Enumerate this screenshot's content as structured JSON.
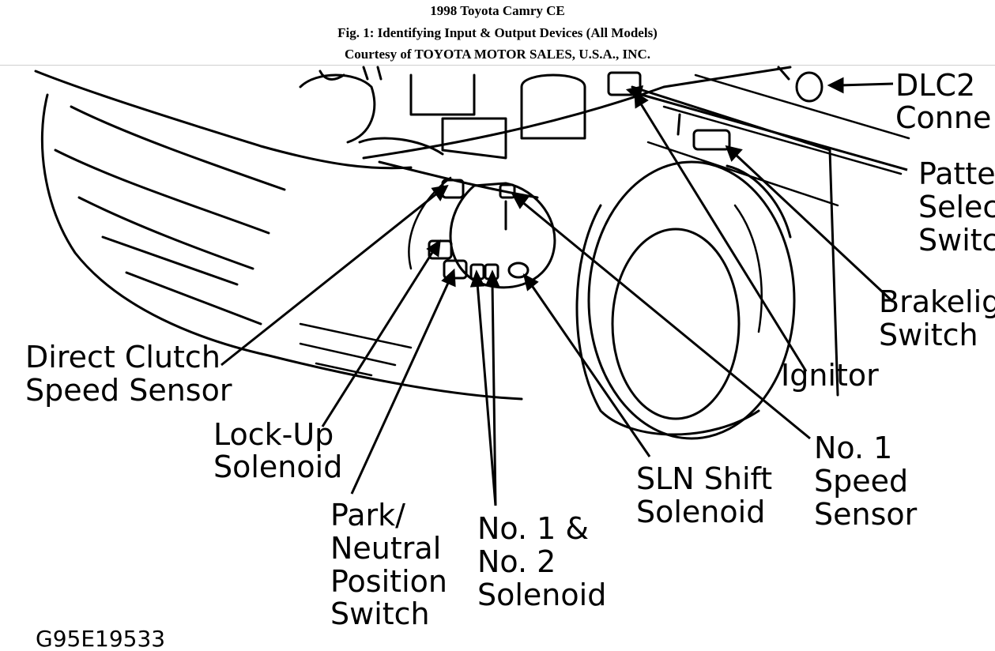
{
  "header": {
    "title": "1998 Toyota Camry CE",
    "figure": "Fig. 1: Identifying Input & Output Devices (All Models)",
    "courtesy": "Courtesy of TOYOTA MOTOR SALES, U.S.A., INC."
  },
  "labels": {
    "dlc2": [
      "DLC2",
      "Conne"
    ],
    "pattern_select": [
      "Patte",
      "Selec",
      "Switc"
    ],
    "brakelight": [
      "Brakelig",
      "Switch"
    ],
    "ignitor": [
      "Ignitor"
    ],
    "direct_clutch": [
      "Direct Clutch",
      "Speed Sensor"
    ],
    "lockup": [
      "Lock-Up",
      "Solenoid"
    ],
    "park_neutral": [
      "Park/",
      "Neutral",
      "Position",
      "Switch"
    ],
    "solenoid12": [
      "No. 1 &",
      "No. 2",
      "Solenoid"
    ],
    "sln": [
      "SLN Shift",
      "Solenoid"
    ],
    "speed1": [
      "No. 1",
      "Speed",
      "Sensor"
    ]
  },
  "figure_code": "G95E19533"
}
